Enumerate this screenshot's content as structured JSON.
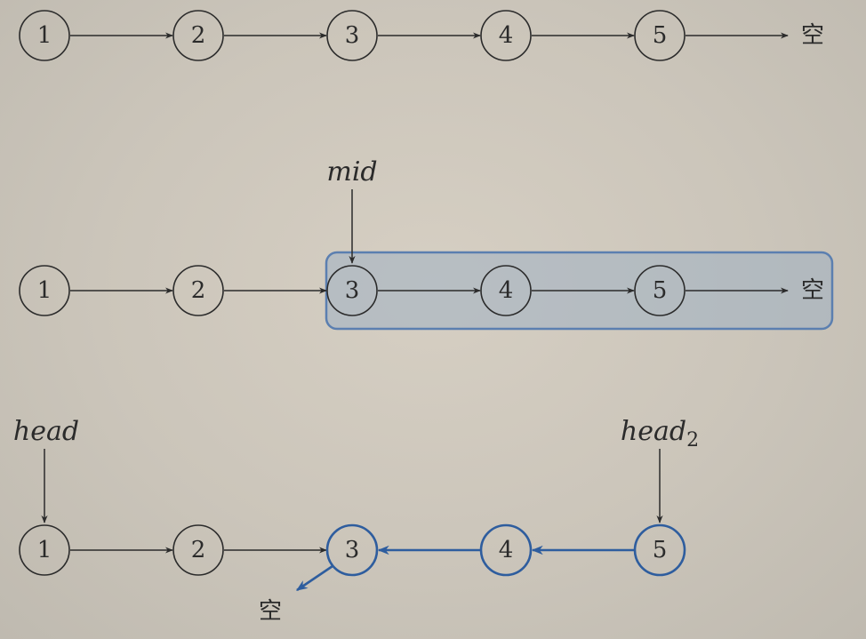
{
  "null_label": "空",
  "rows": [
    {
      "nodes": [
        "1",
        "2",
        "3",
        "4",
        "5"
      ],
      "highlight_from": null,
      "pointers": []
    },
    {
      "nodes": [
        "1",
        "2",
        "3",
        "4",
        "5"
      ],
      "highlight_from": 2,
      "pointers": [
        {
          "label": "mid",
          "sub": "",
          "target": 2
        }
      ]
    },
    {
      "nodes": [
        "1",
        "2",
        "3",
        "4",
        "5"
      ],
      "reversed_from": 2,
      "pointers": [
        {
          "label": "head",
          "sub": "",
          "target": 0
        },
        {
          "label": "head",
          "sub": "2",
          "target": 4
        }
      ]
    }
  ],
  "colors": {
    "ink": "#2b2b2b",
    "blue": "#2e5d9e",
    "highlight_fill": "#9fb0c2",
    "highlight_stroke": "#5b7fb0"
  }
}
